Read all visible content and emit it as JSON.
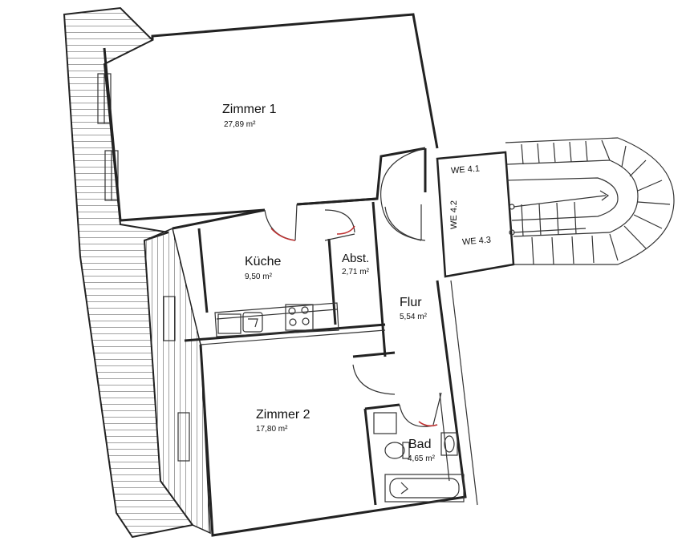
{
  "rooms": [
    {
      "id": "zimmer1",
      "name": "Zimmer 1",
      "area": "27,89 m²"
    },
    {
      "id": "kueche",
      "name": "Küche",
      "area": "9,50 m²"
    },
    {
      "id": "abst",
      "name": "Abst.",
      "area": "2,71 m²"
    },
    {
      "id": "flur",
      "name": "Flur",
      "area": "5,54 m²"
    },
    {
      "id": "zimmer2",
      "name": "Zimmer 2",
      "area": "17,80 m²"
    },
    {
      "id": "bad",
      "name": "Bad",
      "area": "4,65 m²"
    }
  ],
  "stair_labels": [
    "WE 4.1",
    "WE 4.2",
    "WE 4.3"
  ],
  "colors": {
    "wall": "#222222",
    "door_accent": "#c03030",
    "background": "#ffffff"
  },
  "icons": [
    "stove-icon",
    "sink-icon",
    "toilet-icon",
    "bathtub-icon",
    "washbasin-icon",
    "stair-arrow-icon"
  ]
}
